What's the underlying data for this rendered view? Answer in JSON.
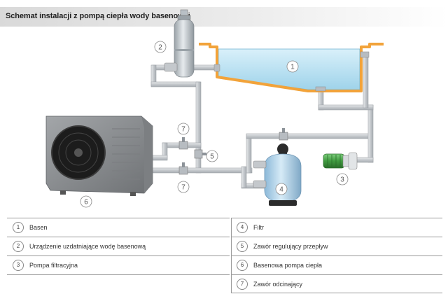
{
  "header": {
    "title": "Schemat instalacji z pompą ciepła wody basenowej"
  },
  "callouts": [
    "1",
    "2",
    "3",
    "4",
    "5",
    "6",
    "7",
    "7"
  ],
  "legend": [
    {
      "num": "1",
      "label": "Basen"
    },
    {
      "num": "2",
      "label": "Urządzenie uzdatniające wodę basenową"
    },
    {
      "num": "3",
      "label": "Pompa filtracyjna"
    },
    {
      "num": "4",
      "label": "Filtr"
    },
    {
      "num": "5",
      "label": "Zawór regulujący przepływ"
    },
    {
      "num": "6",
      "label": "Basenowa pompa ciepła"
    },
    {
      "num": "7",
      "label": "Zawór odcinający"
    }
  ],
  "colors": {
    "pipe": "#c9ccd0",
    "pipe_outline": "#9ea3a8",
    "pool_water": "#bfe3f2",
    "pool_rim": "#f2a33a",
    "heat_pump": "#8a8d90",
    "filter_tank": "#a9cde6",
    "pump_motor": "#3f9b3f"
  }
}
